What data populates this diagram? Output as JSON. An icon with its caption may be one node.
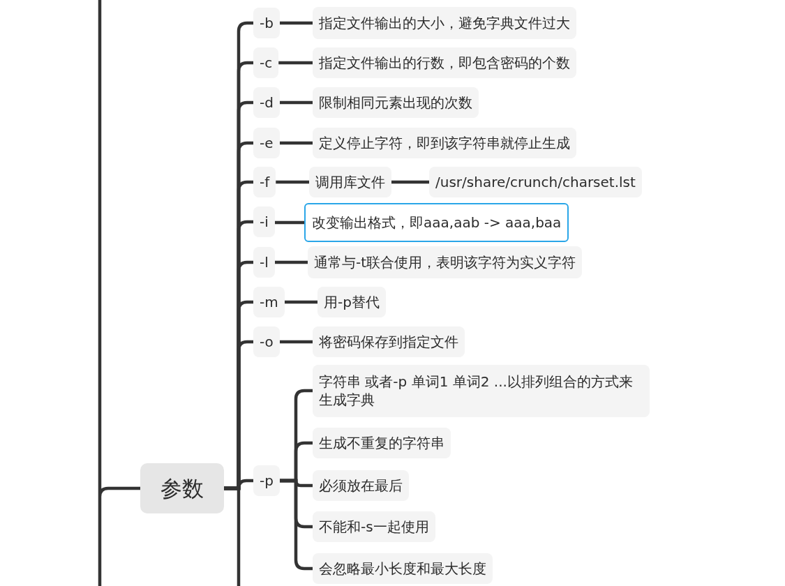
{
  "diagram": {
    "nodes": [
      {
        "text": [
          "参数"
        ]
      },
      {
        "text": [
          "-b"
        ]
      },
      {
        "text": [
          "指定文件输出的大小，避免字典文件过大"
        ]
      },
      {
        "text": [
          "-c"
        ]
      },
      {
        "text": [
          "指定文件输出的行数，即包含密码的个数"
        ]
      },
      {
        "text": [
          "-d"
        ]
      },
      {
        "text": [
          "限制相同元素出现的次数"
        ]
      },
      {
        "text": [
          "-e"
        ]
      },
      {
        "text": [
          "定义停止字符，即到该字符串就停止生成"
        ]
      },
      {
        "text": [
          "-f"
        ]
      },
      {
        "text": [
          "调用库文件"
        ]
      },
      {
        "text": [
          "/usr/share/crunch/charset.lst"
        ]
      },
      {
        "text": [
          "-i"
        ]
      },
      {
        "text": [
          "改变输出格式，即aaa,aab -> aaa,baa"
        ]
      },
      {
        "text": [
          "-l"
        ]
      },
      {
        "text": [
          "通常与-t联合使用，表明该字符为实义字符"
        ]
      },
      {
        "text": [
          "-m"
        ]
      },
      {
        "text": [
          "用-p替代"
        ]
      },
      {
        "text": [
          "-o"
        ]
      },
      {
        "text": [
          "将密码保存到指定文件"
        ]
      },
      {
        "text": [
          "-p"
        ]
      },
      {
        "text": [
          "字符串 或者-p 单词1 单词2 ...以排列组合的方式来生成字典"
        ]
      },
      {
        "text": [
          "生成不重复的字符串"
        ]
      },
      {
        "text": [
          "必须放在最后"
        ]
      },
      {
        "text": [
          "不能和-s一起使用"
        ]
      },
      {
        "text": [
          "会忽略最小长度和最大长度"
        ]
      }
    ],
    "edges": [
      {
        "from": null,
        "to": 0,
        "arrow": "none"
      },
      {
        "from": 0,
        "to": 1,
        "arrow": "none"
      },
      {
        "from": 1,
        "to": 2,
        "arrow": "none"
      },
      {
        "from": 0,
        "to": 3,
        "arrow": "none"
      },
      {
        "from": 3,
        "to": 4,
        "arrow": "none"
      },
      {
        "from": 0,
        "to": 5,
        "arrow": "none"
      },
      {
        "from": 5,
        "to": 6,
        "arrow": "none"
      },
      {
        "from": 0,
        "to": 7,
        "arrow": "none"
      },
      {
        "from": 7,
        "to": 8,
        "arrow": "none"
      },
      {
        "from": 0,
        "to": 9,
        "arrow": "none"
      },
      {
        "from": 9,
        "to": 10,
        "arrow": "none"
      },
      {
        "from": 10,
        "to": 11,
        "arrow": "none"
      },
      {
        "from": 0,
        "to": 12,
        "arrow": "none"
      },
      {
        "from": 12,
        "to": 13,
        "arrow": "none"
      },
      {
        "from": 0,
        "to": 14,
        "arrow": "none"
      },
      {
        "from": 14,
        "to": 15,
        "arrow": "none"
      },
      {
        "from": 0,
        "to": 16,
        "arrow": "none"
      },
      {
        "from": 16,
        "to": 17,
        "arrow": "none"
      },
      {
        "from": 0,
        "to": 18,
        "arrow": "none"
      },
      {
        "from": 18,
        "to": 19,
        "arrow": "none"
      },
      {
        "from": 0,
        "to": 20,
        "arrow": "none"
      },
      {
        "from": 20,
        "to": 21,
        "arrow": "none"
      },
      {
        "from": 20,
        "to": 22,
        "arrow": "none"
      },
      {
        "from": 20,
        "to": 23,
        "arrow": "none"
      },
      {
        "from": 20,
        "to": 24,
        "arrow": "none"
      },
      {
        "from": 20,
        "to": 25,
        "arrow": "none"
      }
    ]
  }
}
